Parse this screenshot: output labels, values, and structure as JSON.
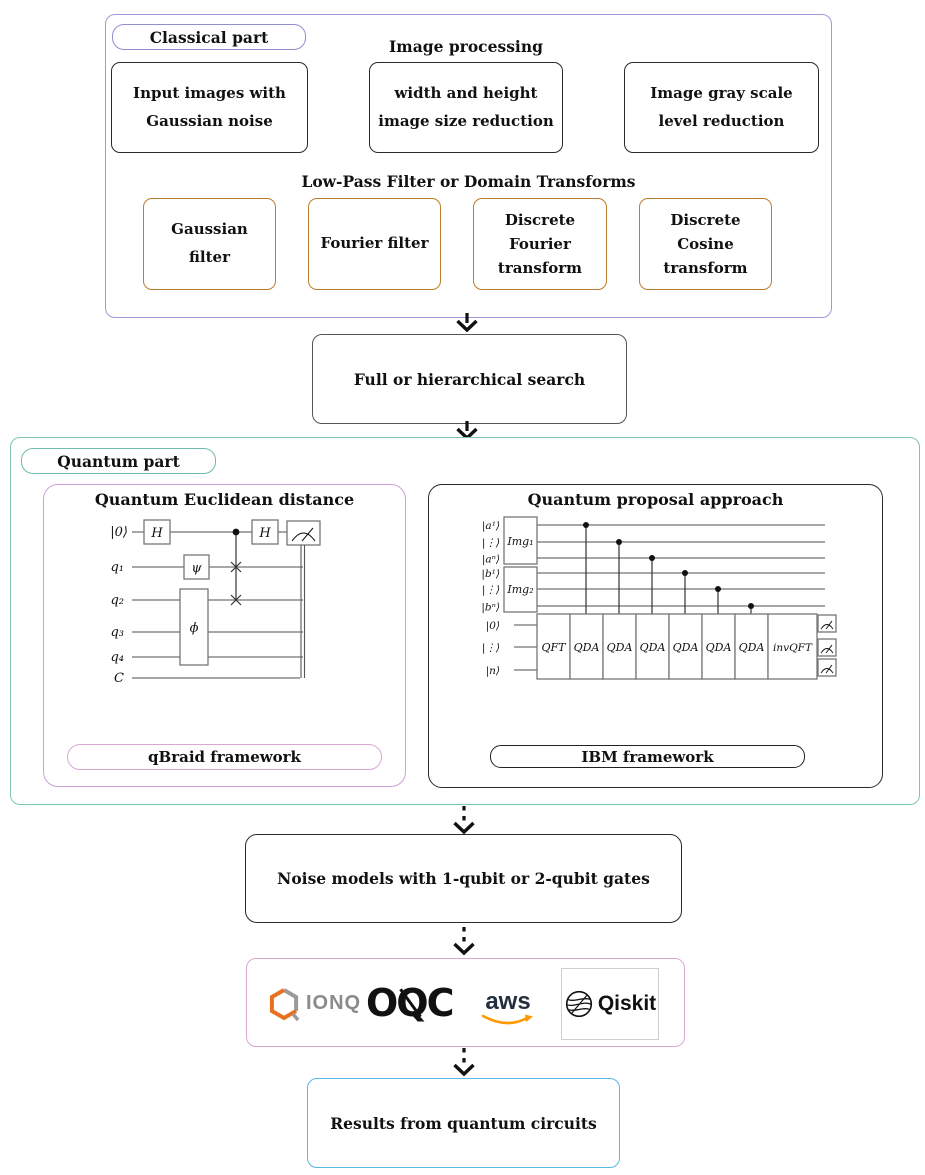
{
  "colors": {
    "classical_border": "#9b9bdb",
    "black_box_border": "#2a2a2a",
    "orange_box_border": "#bb7d2e",
    "teal_border": "#7cc3b6",
    "orchid_border": "#cfa0d8",
    "pink_border": "#d9a7d4",
    "cyan_border": "#56b8e8",
    "ionq_gray": "#8b8b8b",
    "ionq_orange": "#e8701f",
    "aws_dark": "#232f3e",
    "aws_orange": "#ff9900",
    "arrow_black": "#111111"
  },
  "classical": {
    "label": "Classical part",
    "image_processing_header": "Image processing",
    "row1": [
      "Input images with\nGaussian noise",
      "width and height\nimage size reduction",
      "Image gray scale\nlevel reduction"
    ],
    "lowpass_header": "Low-Pass Filter or Domain Transforms",
    "row2": [
      "Gaussian\nfilter",
      "Fourier filter",
      "Discrete\nFourier\ntransform",
      "Discrete\nCosine\ntransform"
    ]
  },
  "search_box": {
    "label": "Full or hierarchical search"
  },
  "quantum": {
    "label": "Quantum part",
    "left": {
      "title": "Quantum Euclidean distance",
      "framework": "qBraid framework",
      "wires": [
        "|0⟩",
        "q₁",
        "q₂",
        "q₃",
        "q₄",
        "C"
      ],
      "gates": [
        "H",
        "ψ",
        "ϕ",
        "H"
      ]
    },
    "right": {
      "title": "Quantum proposal approach",
      "framework": "IBM framework",
      "wires": [
        "|a¹⟩",
        "|⋮⟩",
        "|aⁿ⟩",
        "|b¹⟩",
        "|⋮⟩",
        "|bⁿ⟩",
        "|0⟩",
        "|⋮⟩",
        "|n⟩"
      ],
      "img_boxes": [
        "Img₁",
        "Img₂"
      ],
      "gate_row": [
        "QFT",
        "QDA",
        "QDA",
        "QDA",
        "QDA",
        "QDA",
        "QDA",
        "invQFT"
      ]
    }
  },
  "noise_box": {
    "label": "Noise models with 1-qubit or 2-qubit gates"
  },
  "logos": {
    "ionq": "IONQ",
    "oqc": "OQC",
    "aws": "aws",
    "qiskit": "Qiskit"
  },
  "results_box": {
    "label": "Results from quantum circuits"
  }
}
